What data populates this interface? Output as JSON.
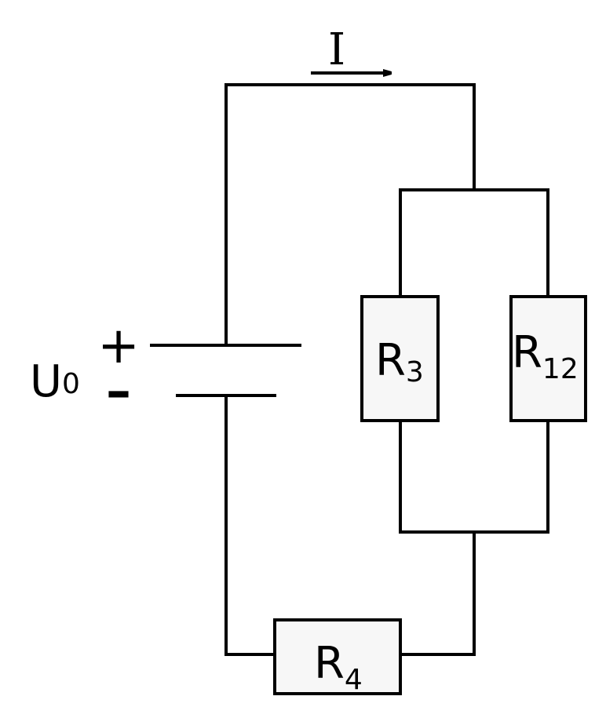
{
  "current": {
    "symbol": "I"
  },
  "source": {
    "symbol": "U",
    "subscript": "0",
    "plus_sign": "+",
    "minus_sign": "–"
  },
  "resistors": [
    {
      "symbol": "R",
      "subscript": "3"
    },
    {
      "symbol": "R",
      "subscript": "12"
    },
    {
      "symbol": "R",
      "subscript": "4"
    }
  ],
  "colors": {
    "wire": "#000000",
    "resistor_fill": "#f7f7f7"
  }
}
